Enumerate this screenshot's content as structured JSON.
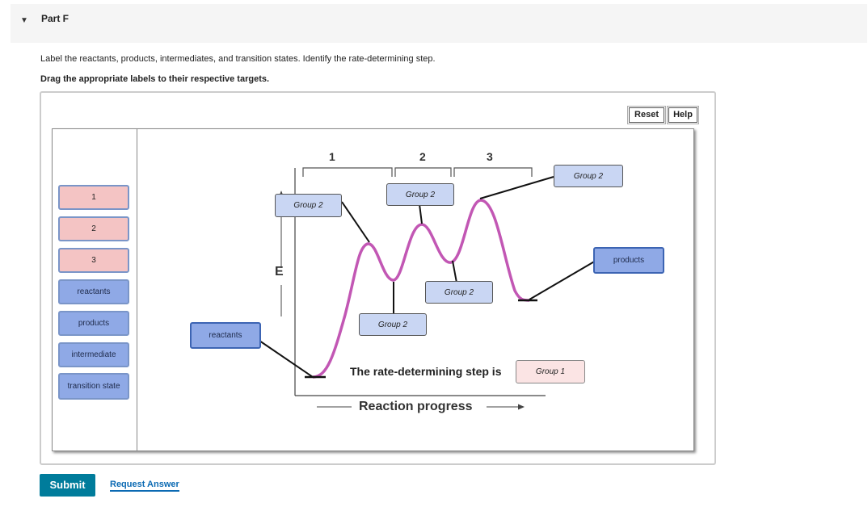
{
  "header": {
    "title": "Part F"
  },
  "instructions": "Label the reactants, products, intermediates, and transition states. Identify the rate-determining step.",
  "drag_note": "Drag the appropriate labels to their respective targets.",
  "toolbar": {
    "reset_label": "Reset",
    "help_label": "Help"
  },
  "tray": {
    "labels": [
      "1",
      "2",
      "3",
      "reactants",
      "products",
      "intermediate",
      "transition state"
    ]
  },
  "diagram": {
    "y_axis_label": "E",
    "x_axis_label": "Reaction progress",
    "step_labels": [
      "1",
      "2",
      "3"
    ],
    "targets": {
      "ts1": "Group 2",
      "ts2": "Group 2",
      "ts3": "Group 2",
      "int1": "Group 2",
      "int2": "Group 2",
      "reactants": "reactants",
      "products": "products",
      "rds": "Group 1"
    },
    "rds_text": "The rate-determining step is"
  },
  "footer": {
    "submit_label": "Submit",
    "request_label": "Request Answer"
  },
  "colors": {
    "curve": "#c257b4",
    "submit": "#007c9b",
    "link": "#0b6ab3"
  }
}
